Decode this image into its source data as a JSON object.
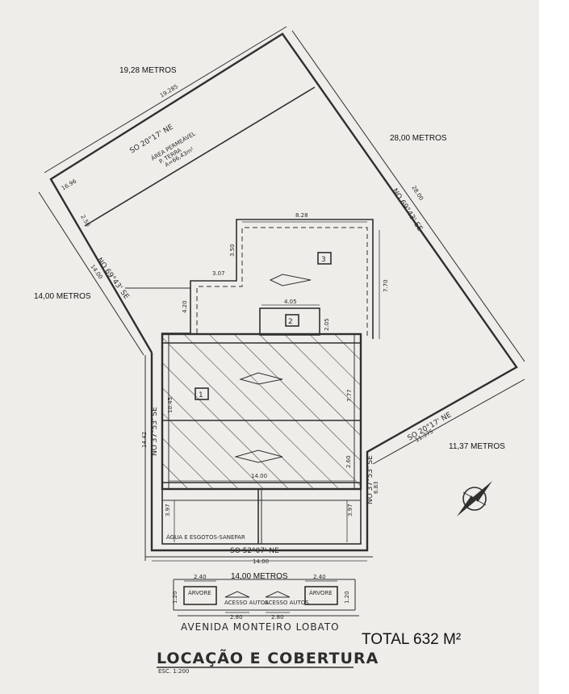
{
  "labels": {
    "left_top": "19,28 METROS",
    "right_top": "28,00 METROS",
    "left_mid": "14,00 METROS",
    "right_mid": "11,37 METROS",
    "bottom_mid": "14,00 METROS",
    "total": "TOTAL 632 M²"
  },
  "title": {
    "main": "LOCAÇÃO E COBERTURA",
    "scale": "ESC. 1:200"
  },
  "street": "AVENIDA MONTEIRO LOBATO",
  "plan": {
    "bearing_top": "SO 20°17' NE",
    "dim_top": "19.285",
    "dim_left_small": "16.96",
    "dim_left_250": "2.50",
    "bearing_right": "NO 69°43' SE",
    "dim_right": "28.00",
    "bearing_left": "NO 69°43' SE",
    "dim_left": "14.00",
    "permeable": "ÁREA PERMEÁVEL",
    "permeable2": "P. TERRA",
    "permeable3": "A=66,43m²",
    "dim_828": "8.28",
    "dim_350": "3.50",
    "dim_307": "3.07",
    "dim_770": "7.70",
    "dim_420": "4.20",
    "dim_405": "4.05",
    "dim_205": "2.05",
    "room1": "1",
    "room2": "2",
    "room3": "3",
    "dim_1442": "14.42",
    "bearing_left_lower": "NO 37°53' SE",
    "dim_1045": "10.45",
    "dim_777": "7.77",
    "bearing_lower_right": "SO 20°17' NE",
    "dim_11375": "11.375",
    "dim_1400_inner": "14.00",
    "dim_260": "2.60",
    "bearing_right_lower": "NO 37°53' SE",
    "dim_683": "6.83",
    "dim_397_left": "3.97",
    "dim_397_right": "3.97",
    "utility": "ÁGUA E ESGOTOS-SANEPAR",
    "bearing_bottom": "SO 52°07' NE",
    "dim_bottom": "14.00",
    "dim_240_left": "2.40",
    "dim_240_right": "2.40",
    "tree_left": "ÁRVORE",
    "tree_right": "ÁRVORE",
    "access1": "ACESSO AUTOS",
    "access2": "ACESSO AUTOS",
    "dim_120_left": "1.20",
    "dim_120_right": "1.20",
    "dim_280_a": "2.80",
    "dim_280_b": "2.80"
  }
}
